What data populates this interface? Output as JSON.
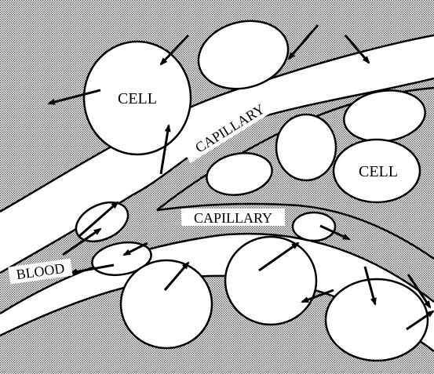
{
  "labels": {
    "cell_left": "CELL",
    "cell_right": "CELL",
    "capillary_upper": "CAPILLARY",
    "capillary_lower": "CAPILLARY",
    "blood": "BLOOD"
  },
  "colors": {
    "tissue_stipple": "#9a9a9a",
    "ink": "#000000",
    "fill": "#ffffff"
  }
}
